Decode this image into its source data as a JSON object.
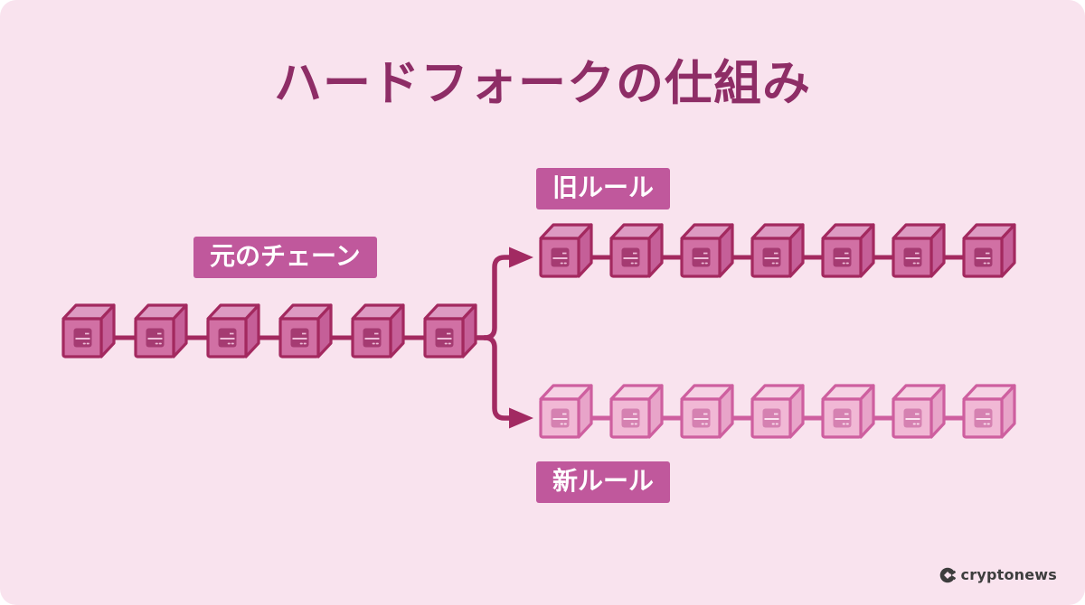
{
  "title": "ハードフォークの仕組み",
  "labels": {
    "original_chain": "元のチェーン",
    "old_rules": "旧ルール",
    "new_rules": "新ルール"
  },
  "logo": {
    "text": "cryptonews",
    "icon": "cryptonews-icon"
  },
  "chains": [
    {
      "id": "original-chain",
      "label": "元のチェーン",
      "blocks": 6,
      "scheme": "dark"
    },
    {
      "id": "old-rules-chain",
      "label": "旧ルール",
      "blocks": 7,
      "scheme": "dark"
    },
    {
      "id": "new-rules-chain",
      "label": "新ルール",
      "blocks": 7,
      "scheme": "light"
    }
  ],
  "fork": {
    "from": "original-chain",
    "to": [
      "old-rules-chain",
      "new-rules-chain"
    ]
  },
  "colors": {
    "background": "#f9e3ee",
    "page": "#ffffff",
    "title_text": "#8e2d66",
    "badge_bg": "#c0589c",
    "badge_text": "#ffffff",
    "fork_line": "#a22a62",
    "logo_text": "#3d3d3d",
    "block_dark": {
      "outline": "#a3295f",
      "front": "#d170a4",
      "top": "#dd9ac2",
      "side": "#c55f98",
      "icon": "#a53b72",
      "icon_line": "#eebcd7"
    },
    "block_light": {
      "outline": "#ce5f9f",
      "front": "#f1b8d5",
      "top": "#f6d2e4",
      "side": "#e8a4c9",
      "icon": "#d581b1",
      "icon_line": "#fbe0ee"
    }
  }
}
